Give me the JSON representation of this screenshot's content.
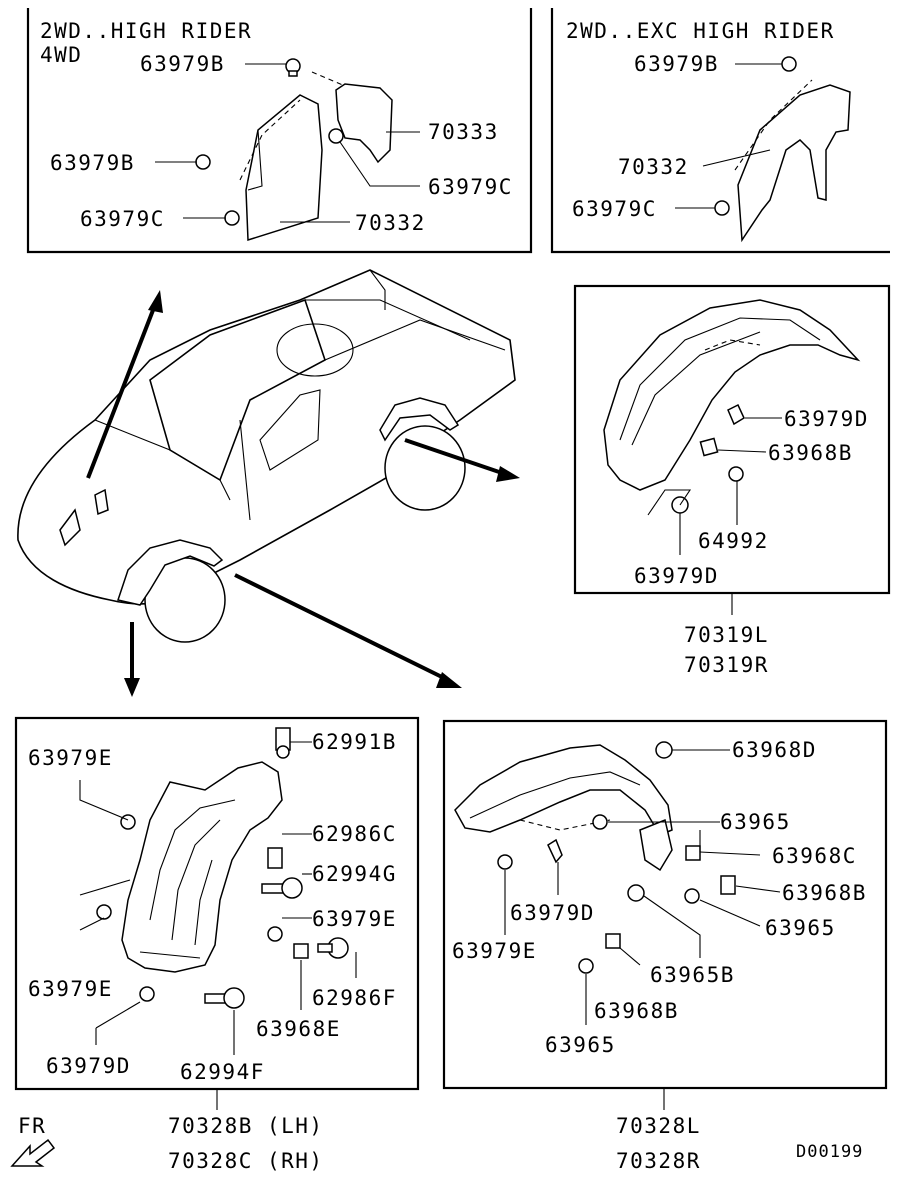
{
  "diagram_code": "D00199",
  "front_indicator": "FR",
  "panels": {
    "top_left": {
      "condition_line1": "2WD..HIGH RIDER",
      "condition_line2": "4WD",
      "labels": [
        "63979B",
        "70333",
        "63979B",
        "63979C",
        "63979C",
        "70332"
      ]
    },
    "top_right": {
      "condition": "2WD..EXC HIGH RIDER",
      "labels": [
        "63979B",
        "70332",
        "63979C"
      ]
    },
    "rear_right": {
      "labels": [
        "63979D",
        "63968B",
        "64992",
        "63979D"
      ],
      "assembly_lines": [
        "70319L",
        "70319R"
      ]
    },
    "front_left": {
      "labels": [
        "62991B",
        "63979E",
        "62986C",
        "62994G",
        "63979E",
        "63979E",
        "62986F",
        "63968E",
        "62994F",
        "63979D"
      ],
      "assembly_lines": [
        "70328B (LH)",
        "70328C (RH)"
      ]
    },
    "front_right": {
      "labels": [
        "63968D",
        "63965",
        "63968C",
        "63968B",
        "63979D",
        "63965",
        "63979E",
        "63965B",
        "63968B",
        "63965"
      ],
      "assembly_lines": [
        "70328L",
        "70328R"
      ]
    }
  }
}
